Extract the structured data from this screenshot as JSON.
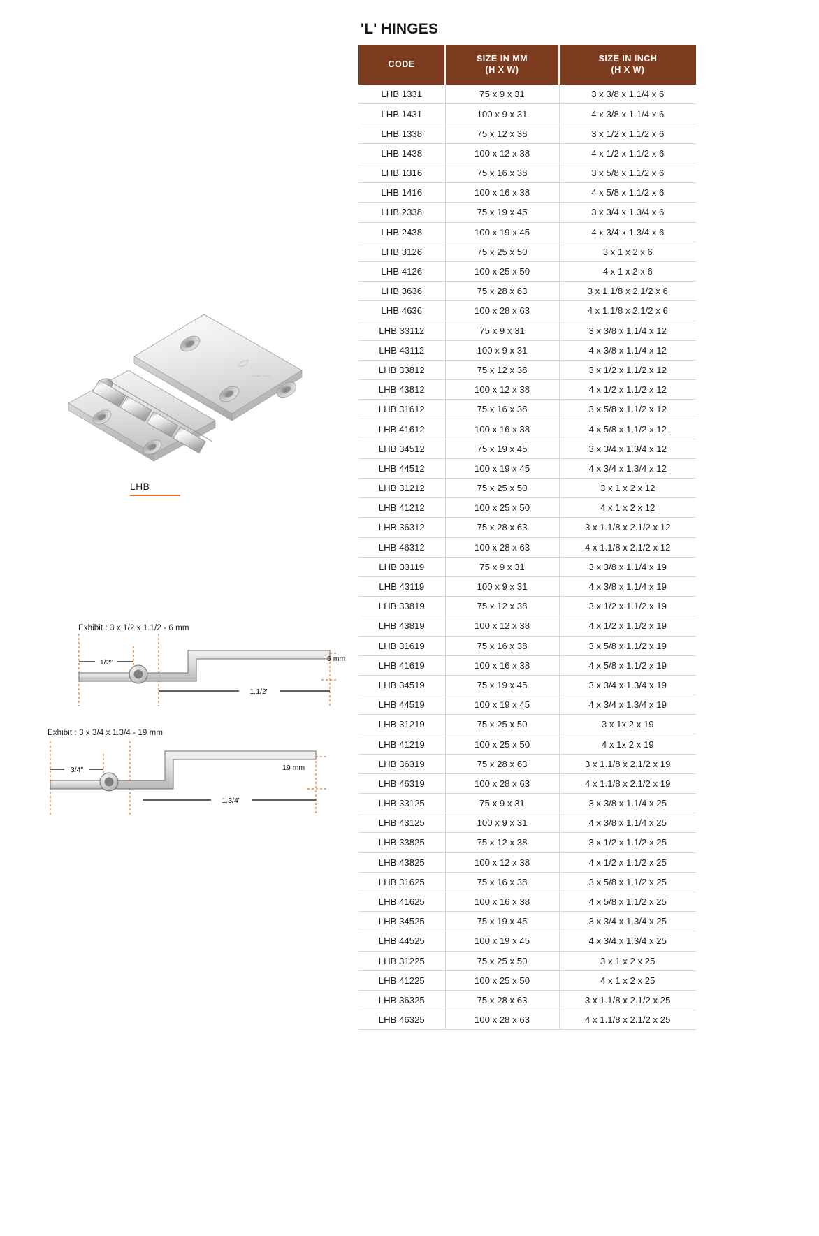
{
  "page_title": "'L' HINGES",
  "accent_color": "#7d3b1f",
  "rule_color": "#e8721c",
  "product": {
    "photo_name": "l-hinge-stainless-steel",
    "caption": "LHB"
  },
  "table": {
    "columns": [
      {
        "label_line1": "CODE",
        "label_line2": ""
      },
      {
        "label_line1": "SIZE IN MM",
        "label_line2": "(H X W)"
      },
      {
        "label_line1": "SIZE IN INCH",
        "label_line2": "(H X W)"
      }
    ],
    "rows": [
      {
        "code": "LHB 1331",
        "mm": "75 x 9 x 31",
        "inch": "3 x 3/8 x 1.1/4 x 6"
      },
      {
        "code": "LHB 1431",
        "mm": "100 x 9 x 31",
        "inch": "4 x 3/8 x 1.1/4 x 6"
      },
      {
        "code": "LHB 1338",
        "mm": "75 x 12 x 38",
        "inch": "3 x 1/2 x 1.1/2 x 6"
      },
      {
        "code": "LHB 1438",
        "mm": "100 x 12 x 38",
        "inch": "4 x 1/2 x 1.1/2 x 6"
      },
      {
        "code": "LHB 1316",
        "mm": "75 x 16 x 38",
        "inch": "3 x 5/8 x 1.1/2 x 6"
      },
      {
        "code": "LHB 1416",
        "mm": "100 x 16 x 38",
        "inch": "4 x 5/8 x 1.1/2 x 6"
      },
      {
        "code": "LHB 2338",
        "mm": "75 x 19 x 45",
        "inch": "3 x 3/4 x 1.3/4 x 6"
      },
      {
        "code": "LHB 2438",
        "mm": "100 x 19 x 45",
        "inch": "4 x 3/4 x 1.3/4 x 6"
      },
      {
        "code": "LHB 3126",
        "mm": "75 x 25 x 50",
        "inch": "3 x 1 x 2 x 6"
      },
      {
        "code": "LHB 4126",
        "mm": "100 x 25 x 50",
        "inch": "4 x 1 x 2 x 6"
      },
      {
        "code": "LHB 3636",
        "mm": "75 x 28 x 63",
        "inch": "3 x 1.1/8 x 2.1/2 x 6"
      },
      {
        "code": "LHB 4636",
        "mm": "100 x 28 x 63",
        "inch": "4 x 1.1/8 x 2.1/2 x 6"
      },
      {
        "code": "LHB 33112",
        "mm": "75 x 9 x 31",
        "inch": "3 x 3/8 x 1.1/4 x 12"
      },
      {
        "code": "LHB 43112",
        "mm": "100 x 9 x 31",
        "inch": "4 x 3/8 x 1.1/4 x 12"
      },
      {
        "code": "LHB 33812",
        "mm": "75 x 12 x 38",
        "inch": "3 x 1/2 x 1.1/2 x 12"
      },
      {
        "code": "LHB 43812",
        "mm": "100 x 12 x 38",
        "inch": "4 x 1/2 x 1.1/2 x 12"
      },
      {
        "code": "LHB 31612",
        "mm": "75 x 16 x 38",
        "inch": "3 x 5/8 x 1.1/2 x 12"
      },
      {
        "code": "LHB 41612",
        "mm": "100 x 16 x 38",
        "inch": "4 x 5/8 x 1.1/2 x 12"
      },
      {
        "code": "LHB 34512",
        "mm": "75 x 19 x 45",
        "inch": "3 x 3/4 x 1.3/4 x 12"
      },
      {
        "code": "LHB 44512",
        "mm": "100 x 19 x 45",
        "inch": "4 x 3/4 x 1.3/4 x 12"
      },
      {
        "code": "LHB 31212",
        "mm": "75 x 25 x 50",
        "inch": "3 x 1 x 2 x 12"
      },
      {
        "code": "LHB 41212",
        "mm": "100 x 25 x 50",
        "inch": "4 x 1 x 2 x 12"
      },
      {
        "code": "LHB 36312",
        "mm": "75 x 28 x 63",
        "inch": "3 x 1.1/8 x 2.1/2 x 12"
      },
      {
        "code": "LHB 46312",
        "mm": "100 x 28 x 63",
        "inch": "4 x 1.1/8 x 2.1/2 x 12"
      },
      {
        "code": "LHB 33119",
        "mm": "75 x 9 x 31",
        "inch": "3 x 3/8 x 1.1/4 x 19"
      },
      {
        "code": "LHB 43119",
        "mm": "100 x 9 x 31",
        "inch": "4 x 3/8 x 1.1/4 x 19"
      },
      {
        "code": "LHB 33819",
        "mm": "75 x 12 x 38",
        "inch": "3 x 1/2 x 1.1/2 x 19"
      },
      {
        "code": "LHB 43819",
        "mm": "100 x 12 x 38",
        "inch": "4 x 1/2 x 1.1/2 x 19"
      },
      {
        "code": "LHB 31619",
        "mm": "75 x 16 x 38",
        "inch": "3 x 5/8 x 1.1/2 x 19"
      },
      {
        "code": "LHB 41619",
        "mm": "100 x 16 x 38",
        "inch": "4 x 5/8 x 1.1/2 x 19"
      },
      {
        "code": "LHB 34519",
        "mm": "75 x 19 x 45",
        "inch": "3 x 3/4 x 1.3/4 x 19"
      },
      {
        "code": "LHB 44519",
        "mm": "100 x 19 x 45",
        "inch": "4 x 3/4 x 1.3/4 x 19"
      },
      {
        "code": "LHB 31219",
        "mm": "75 x 25 x 50",
        "inch": "3 x 1x 2 x 19"
      },
      {
        "code": "LHB 41219",
        "mm": "100 x 25 x 50",
        "inch": "4 x 1x 2 x 19"
      },
      {
        "code": "LHB 36319",
        "mm": "75 x 28 x 63",
        "inch": "3 x 1.1/8 x 2.1/2 x 19"
      },
      {
        "code": "LHB 46319",
        "mm": "100 x 28 x 63",
        "inch": "4 x 1.1/8 x 2.1/2 x 19"
      },
      {
        "code": "LHB 33125",
        "mm": "75 x 9 x 31",
        "inch": "3 x 3/8 x 1.1/4 x 25"
      },
      {
        "code": "LHB 43125",
        "mm": "100 x 9 x 31",
        "inch": "4 x 3/8 x 1.1/4 x 25"
      },
      {
        "code": "LHB 33825",
        "mm": "75 x 12 x 38",
        "inch": "3 x 1/2 x 1.1/2 x 25"
      },
      {
        "code": "LHB 43825",
        "mm": "100 x 12 x 38",
        "inch": "4 x 1/2 x 1.1/2 x 25"
      },
      {
        "code": "LHB 31625",
        "mm": "75 x 16 x 38",
        "inch": "3 x 5/8 x 1.1/2 x 25"
      },
      {
        "code": "LHB 41625",
        "mm": "100 x 16 x 38",
        "inch": "4 x 5/8 x 1.1/2 x 25"
      },
      {
        "code": "LHB 34525",
        "mm": "75 x 19 x 45",
        "inch": "3 x 3/4 x 1.3/4 x 25"
      },
      {
        "code": "LHB 44525",
        "mm": "100 x 19 x 45",
        "inch": "4 x 3/4 x 1.3/4 x 25"
      },
      {
        "code": "LHB 31225",
        "mm": "75 x 25 x 50",
        "inch": "3 x 1 x 2 x 25"
      },
      {
        "code": "LHB 41225",
        "mm": "100 x 25 x 50",
        "inch": "4 x 1 x 2 x 25"
      },
      {
        "code": "LHB 36325",
        "mm": "75 x 28 x 63",
        "inch": "3 x 1.1/8 x 2.1/2 x 25"
      },
      {
        "code": "LHB 46325",
        "mm": "100 x 28 x 63",
        "inch": "4 x 1.1/8 x 2.1/2 x 25"
      }
    ]
  },
  "exhibits": [
    {
      "label": "Exhibit : 3 x 1/2 x 1.1/2   - 6 mm",
      "dim_left": "1/2\"",
      "dim_bottom": "1.1/2\"",
      "dim_right": "6 mm"
    },
    {
      "label": "Exhibit : 3 x 3/4 x 1.3/4  - 19 mm",
      "dim_left": "3/4\"",
      "dim_bottom": "1.3/4\"",
      "dim_right": "19 mm"
    }
  ]
}
